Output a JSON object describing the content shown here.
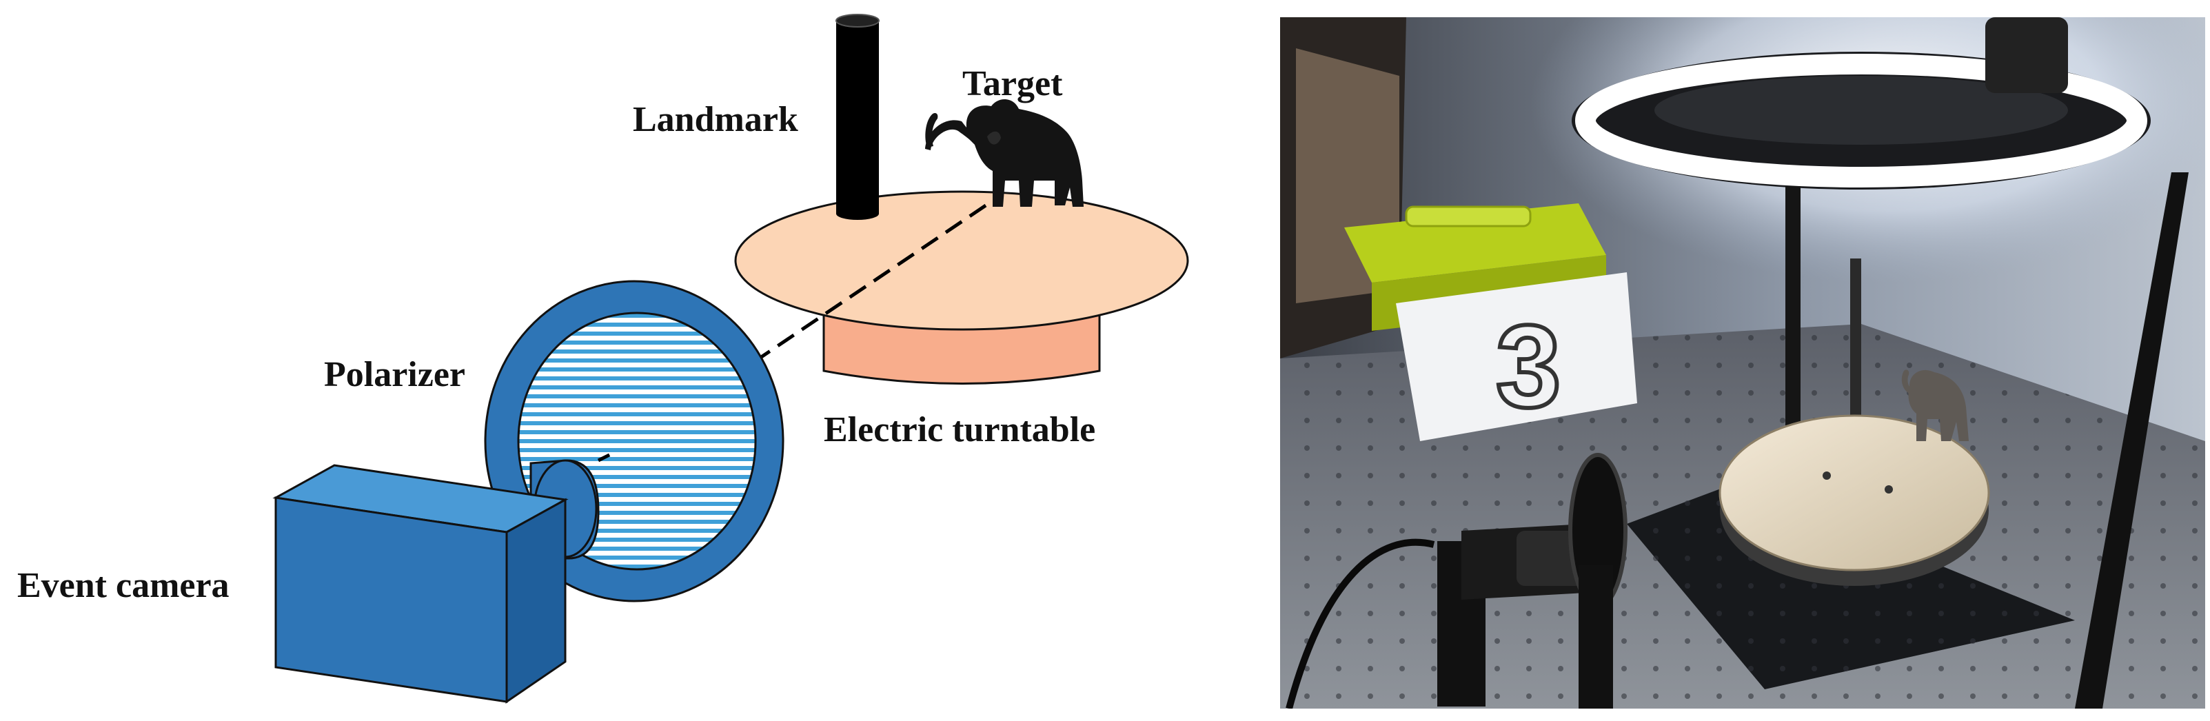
{
  "diagram": {
    "labels": {
      "landmark": "Landmark",
      "target": "Target",
      "polarizer": "Polarizer",
      "turntable": "Electric turntable",
      "camera": "Event camera"
    },
    "photo": {
      "sign_digit": "3"
    },
    "colors": {
      "turntable_top": "#fcd5b5",
      "turntable_base": "#f8ad8c",
      "camera_blue": "#2e75b6",
      "polarizer_ring": "#2e75b6",
      "polarizer_lines": "#3fa0d8",
      "landmark": "#000000"
    }
  }
}
